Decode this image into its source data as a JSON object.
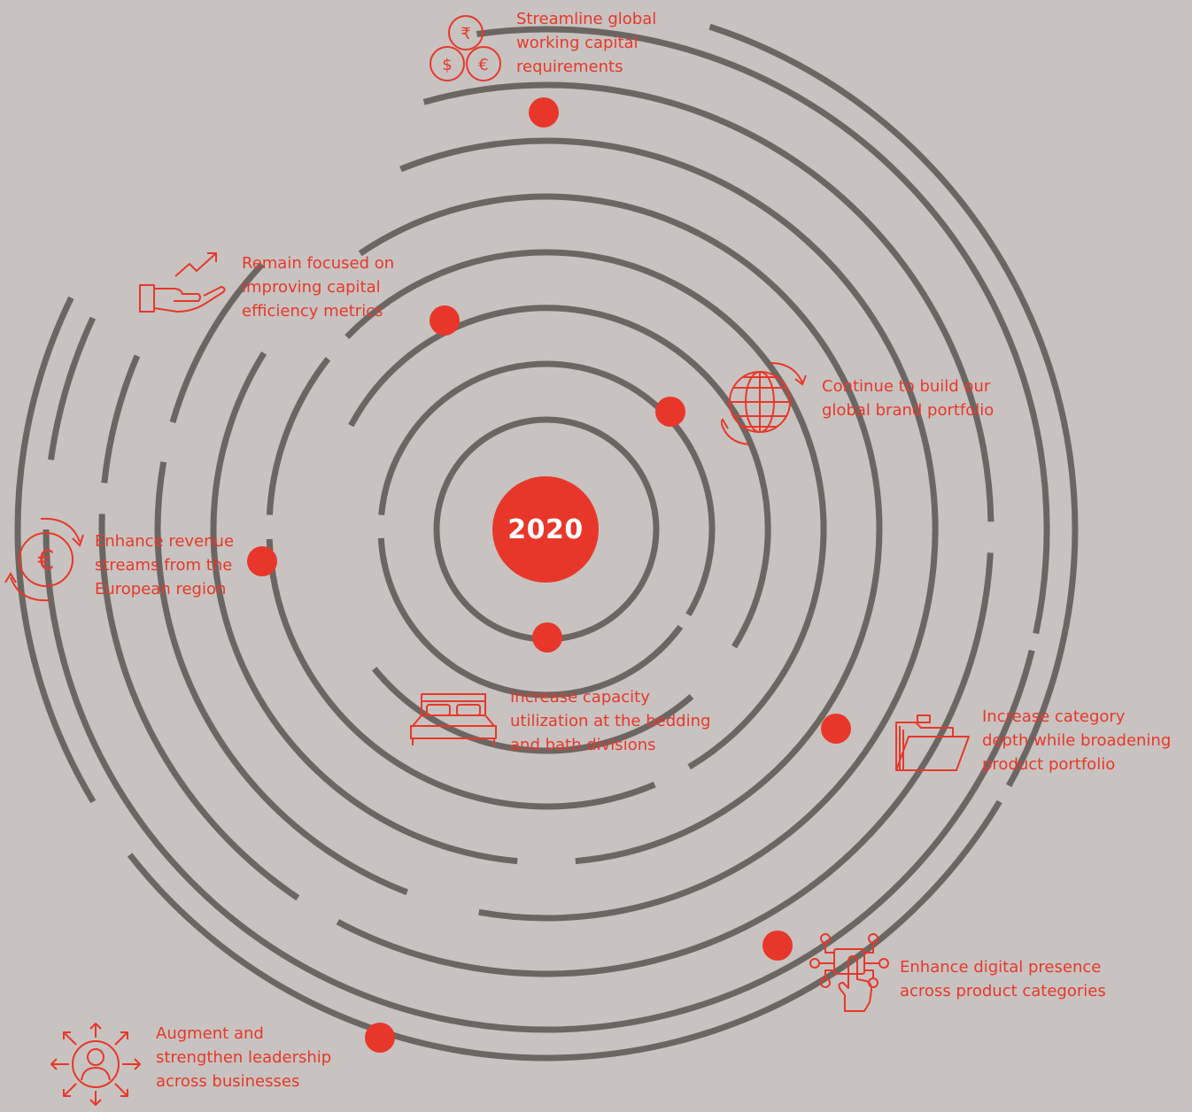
{
  "center": {
    "year": "2020"
  },
  "colors": {
    "accent": "#e8372a",
    "ring": "#6b6662",
    "background": "#c8c3c0"
  },
  "goals": [
    {
      "icon": "currency-coins-icon",
      "lines": [
        "Streamline global",
        "working capital",
        "requirements"
      ]
    },
    {
      "icon": "hand-growth-chart-icon",
      "lines": [
        "Remain focused on",
        "improving capital",
        "efficiency metrics"
      ]
    },
    {
      "icon": "globe-refresh-icon",
      "lines": [
        "Continue to build our",
        "global brand portfolio"
      ]
    },
    {
      "icon": "euro-refresh-icon",
      "lines": [
        "Enhance revenue",
        "streams from the",
        "European region"
      ]
    },
    {
      "icon": "bed-icon",
      "lines": [
        "Increase capacity",
        "utilization at the bedding",
        "and bath divisions"
      ]
    },
    {
      "icon": "folders-icon",
      "lines": [
        "Increase category",
        "depth while broadening",
        "product portfolio"
      ]
    },
    {
      "icon": "digital-touch-icon",
      "lines": [
        "Enhance digital presence",
        "across product categories"
      ]
    },
    {
      "icon": "leadership-person-icon",
      "lines": [
        "Augment and",
        "strengthen leadership",
        "across businesses"
      ]
    }
  ]
}
